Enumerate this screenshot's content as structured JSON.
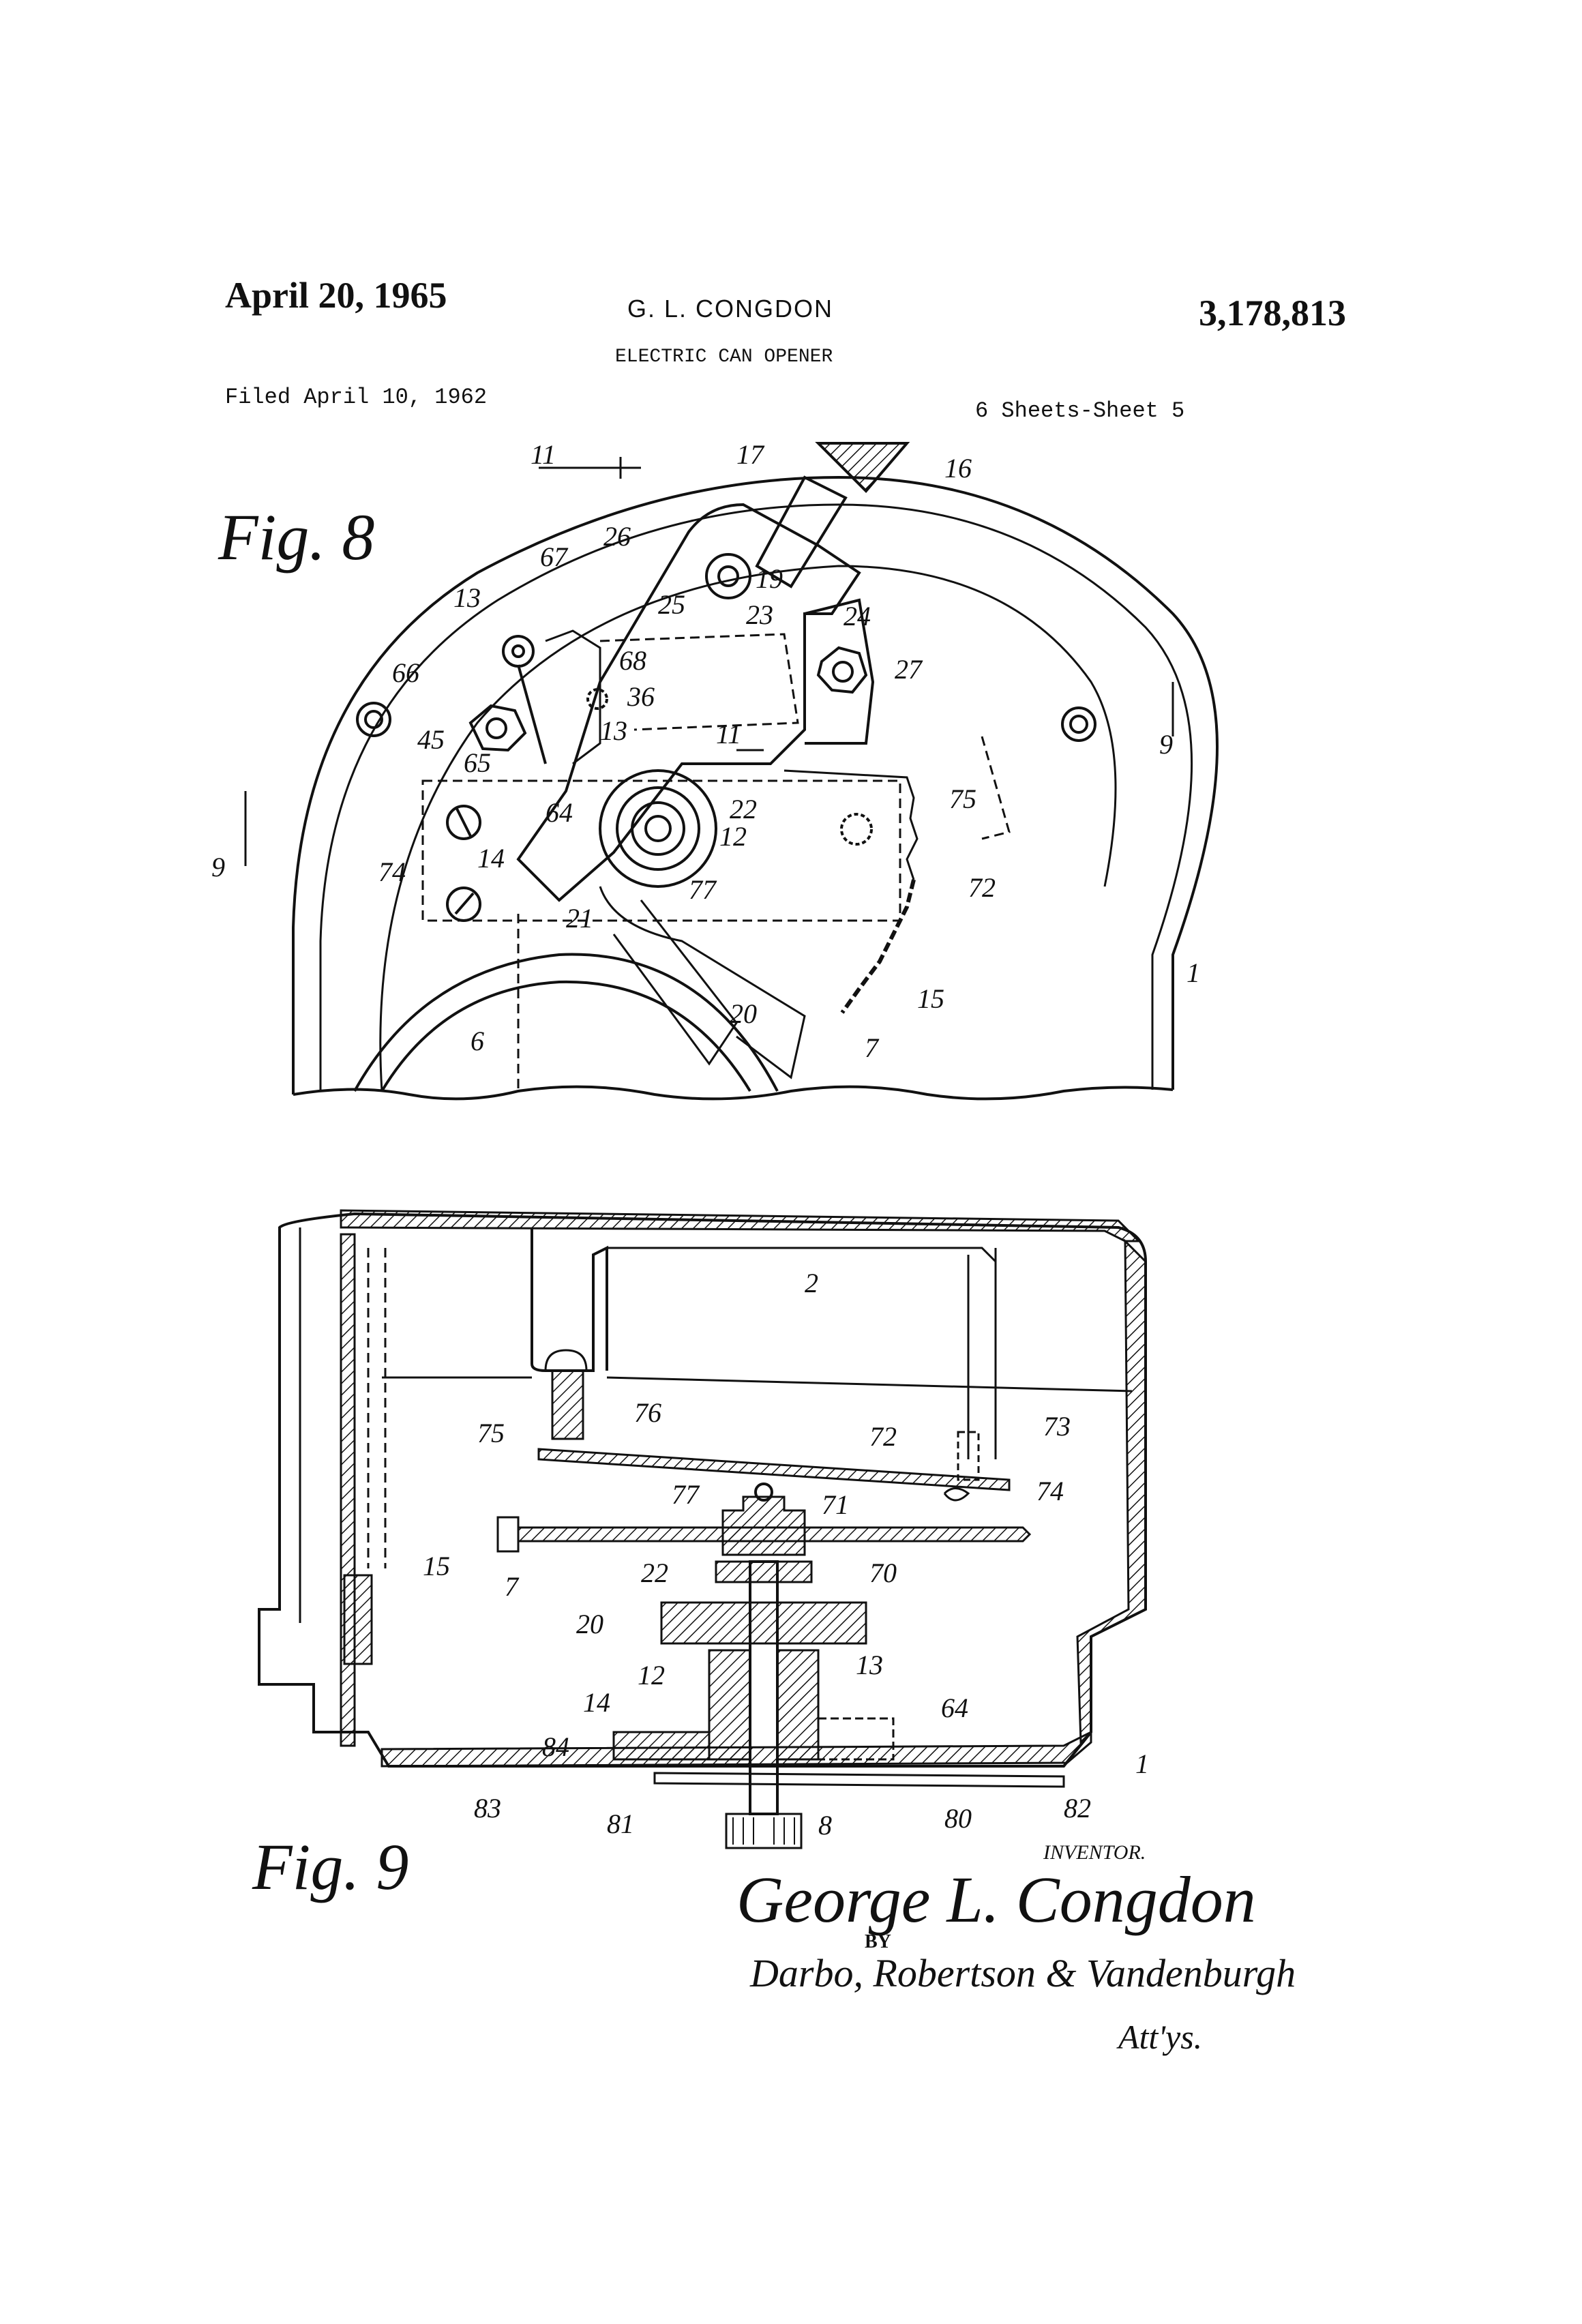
{
  "header": {
    "date": "April 20, 1965",
    "inventor": "G. L. CONGDON",
    "patent_number": "3,178,813",
    "title": "ELECTRIC CAN OPENER",
    "filed": "Filed April 10, 1962",
    "sheets": "6 Sheets-Sheet 5"
  },
  "figures": {
    "fig8": "Fig. 8",
    "fig9": "Fig. 9"
  },
  "fig8_labels": {
    "l11a": "11",
    "l17": "17",
    "l16": "16",
    "l19": "19",
    "l26": "26",
    "l67": "67",
    "l13a": "13",
    "l25": "25",
    "l23": "23",
    "l24": "24",
    "l27": "27",
    "l68": "68",
    "l66": "66",
    "l36": "36",
    "l45": "45",
    "l13b": "13",
    "l11b": "11",
    "l9a": "9",
    "l65": "65",
    "l64": "64",
    "l22": "22",
    "l12": "12",
    "l75": "75",
    "l9b": "9",
    "l74": "74",
    "l14": "14",
    "l77": "77",
    "l72": "72",
    "l21": "21",
    "l1": "1",
    "l15": "15",
    "l20": "20",
    "l6": "6",
    "l7": "7"
  },
  "fig9_labels": {
    "l2": "2",
    "l75": "75",
    "l76": "76",
    "l72": "72",
    "l73": "73",
    "l77": "77",
    "l74": "74",
    "l71": "71",
    "l15": "15",
    "l7": "7",
    "l22": "22",
    "l70": "70",
    "l20": "20",
    "l12": "12",
    "l13": "13",
    "l14": "14",
    "l64": "64",
    "l84": "84",
    "l1": "1",
    "l83": "83",
    "l81": "81",
    "l8": "8",
    "l80": "80",
    "l82": "82"
  },
  "signature": {
    "inventor_caption": "INVENTOR.",
    "name": "George L. Congdon",
    "by": "BY",
    "firm": "Darbo, Robertson & Vandenburgh",
    "attys": "Att'ys."
  }
}
